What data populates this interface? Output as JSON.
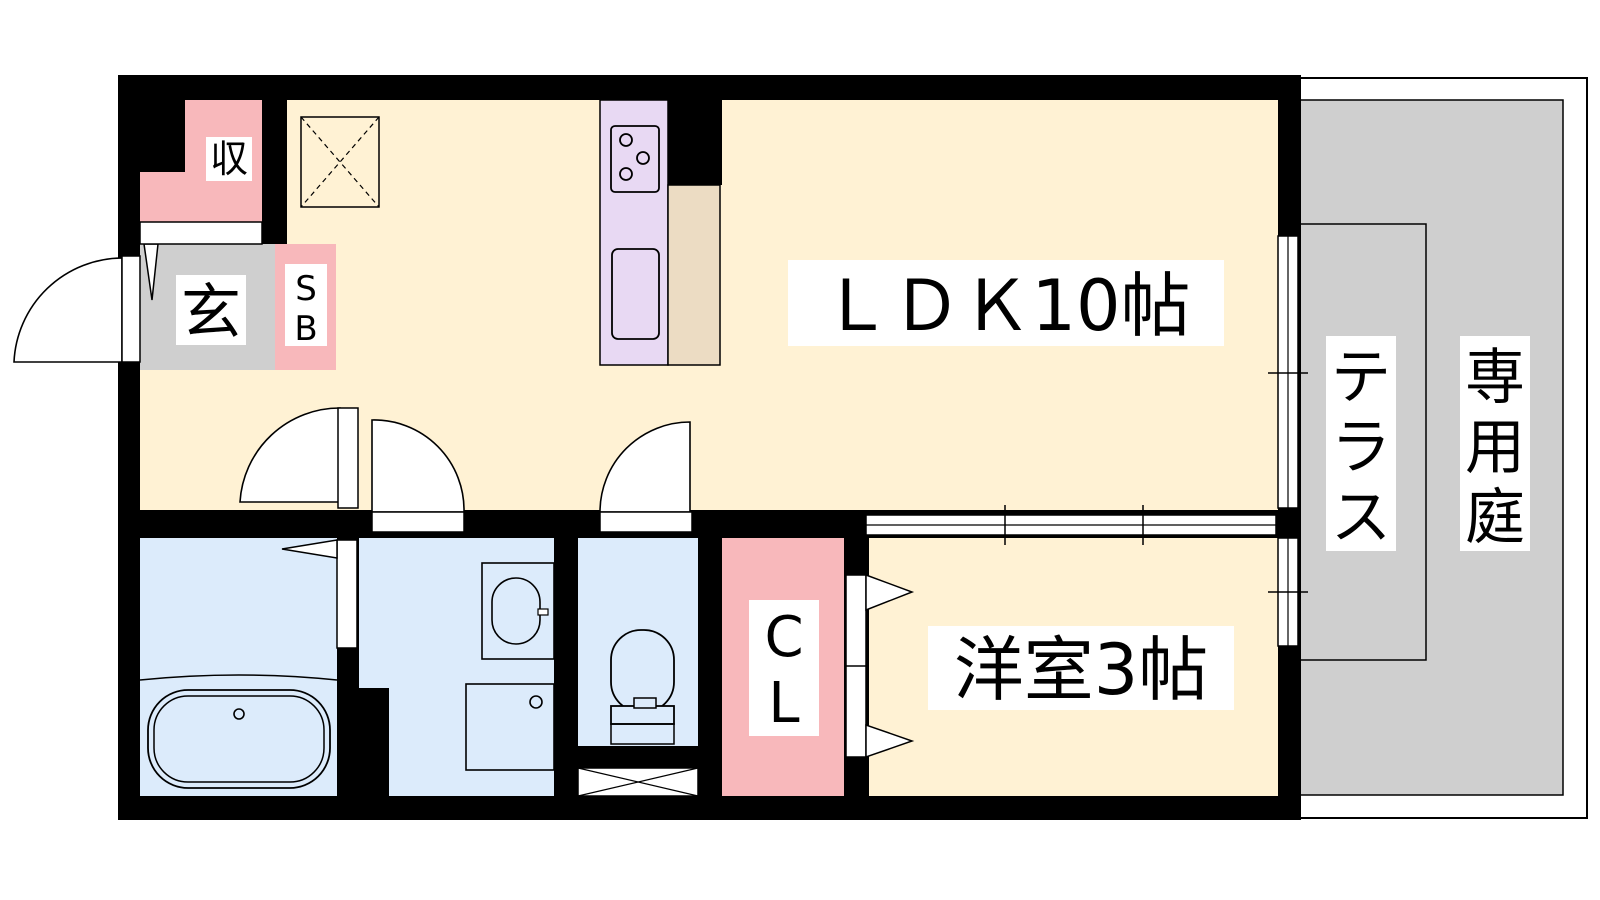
{
  "rooms": {
    "ldk": "ＬＤＫ10帖",
    "western": "洋室3帖",
    "entrance": "玄",
    "storage": "収",
    "shoe_box_line1": "S",
    "shoe_box_line2": "B",
    "closet_line1": "C",
    "closet_line2": "L",
    "terrace": [
      "テ",
      "ラ",
      "ス"
    ],
    "garden": [
      "専",
      "用",
      "庭"
    ]
  },
  "colors": {
    "wall": "#000000",
    "ldk": "#fff2d4",
    "storage": "#f8b8bb",
    "entrance": "#cfcfcf",
    "wet_area": "#dcebfb",
    "kitchen_counter": "#e8d9f3",
    "kitchen_side": "#ecdcc3",
    "terrace": "#cfcfcf"
  }
}
